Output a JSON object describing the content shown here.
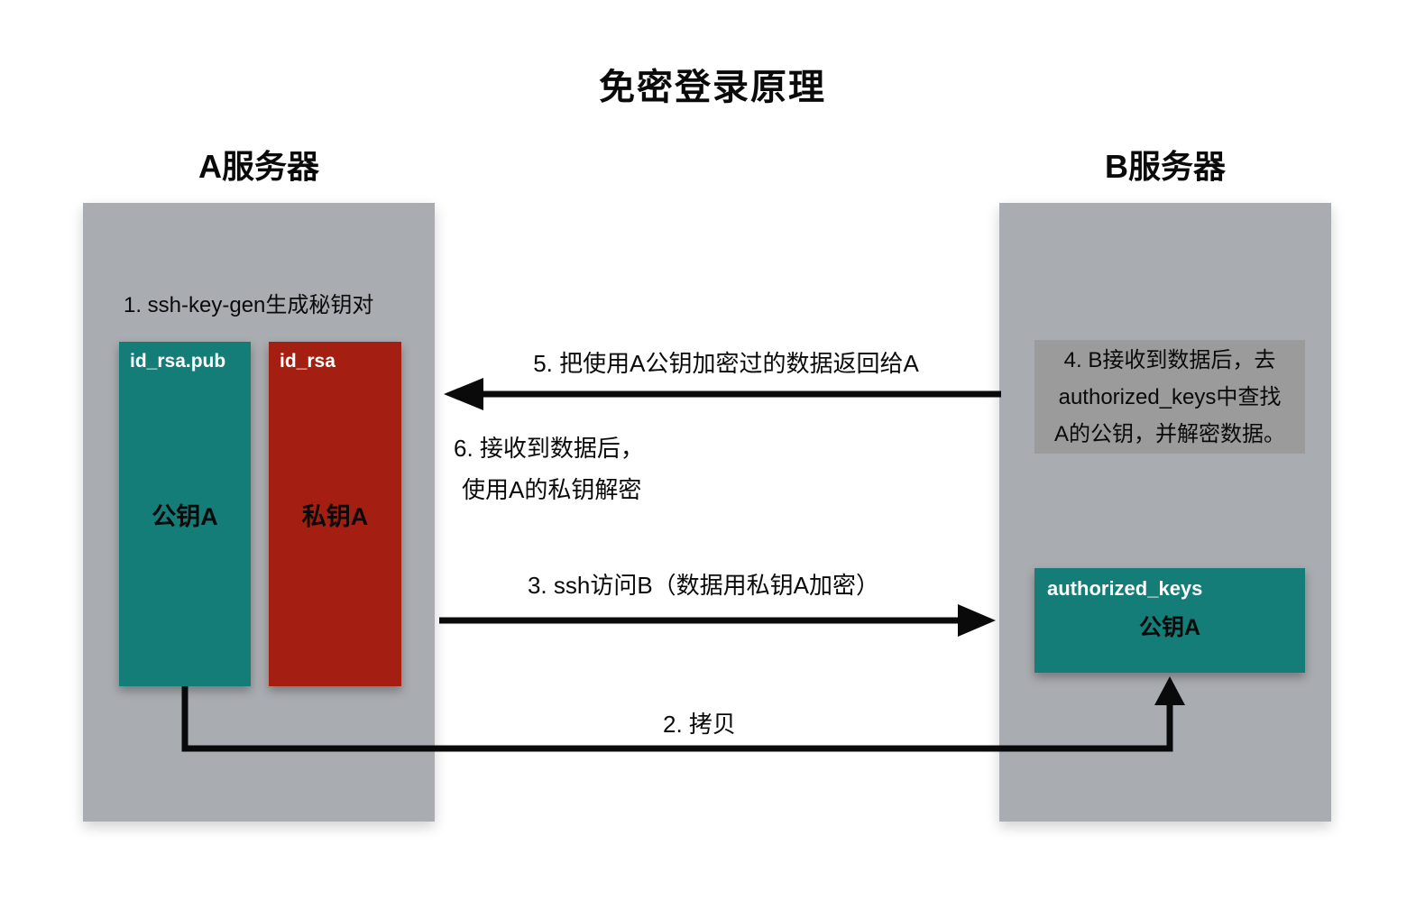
{
  "title": "免密登录原理",
  "server_a": {
    "title": "A服务器",
    "step1_text": "1. ssh-key-gen生成秘钥对",
    "public_key_box": {
      "filename": "id_rsa.pub",
      "label": "公钥A"
    },
    "private_key_box": {
      "filename": "id_rsa",
      "label": "私钥A"
    }
  },
  "server_b": {
    "title": "B服务器",
    "step4_box": {
      "line1": "4. B接收到数据后，去",
      "line2": "authorized_keys中查找",
      "line3": "A的公钥，并解密数据。"
    },
    "authorized_keys_box": {
      "filename": "authorized_keys",
      "label": "公钥A"
    }
  },
  "arrows": {
    "step5_label": "5. 把使用A公钥加密过的数据返回给A",
    "step6_line1": "6. 接收到数据后，",
    "step6_line2": "使用A的私钥解密",
    "step3_label": "3. ssh访问B（数据用私钥A加密）",
    "step2_label": "2. 拷贝"
  },
  "colors": {
    "server_box_gray": "#a9acb0",
    "step4_box_gray": "#9b9b9b",
    "key_teal": "#147d78",
    "key_red": "#a41e11",
    "arrow_black": "#0a0a0a",
    "background": "#ffffff"
  }
}
